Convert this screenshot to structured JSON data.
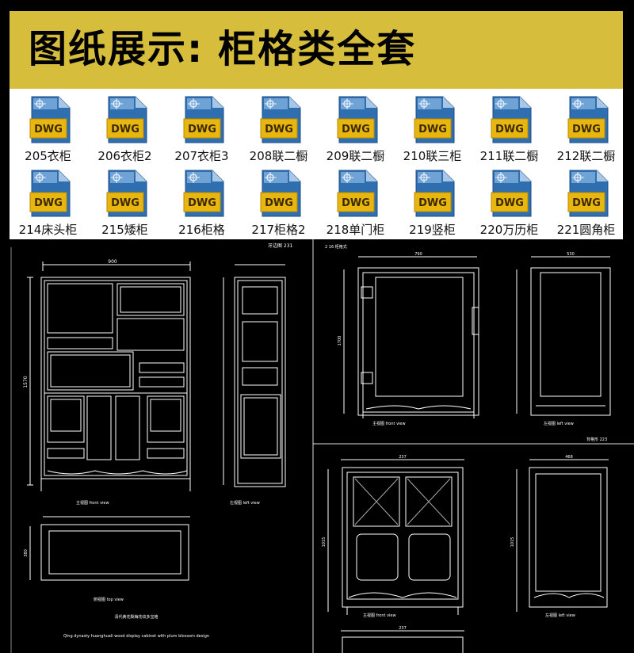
{
  "banner": {
    "title_left": "图纸展示:",
    "title_right": "柜格类全套",
    "color": "#d6bd3c"
  },
  "file_icon": {
    "type_label": "DWG",
    "icon_name": "dwg-file-icon"
  },
  "files": [
    {
      "label": "205衣柜"
    },
    {
      "label": "206衣柜2"
    },
    {
      "label": "207衣柜3"
    },
    {
      "label": "208联二橱"
    },
    {
      "label": "209联二橱"
    },
    {
      "label": "210联三柜"
    },
    {
      "label": "211联二橱"
    },
    {
      "label": "212联二橱"
    },
    {
      "label": "214床头柜"
    },
    {
      "label": "215矮柜"
    },
    {
      "label": "216柜格"
    },
    {
      "label": "217柜格2"
    },
    {
      "label": "218单门柜"
    },
    {
      "label": "219竖柜"
    },
    {
      "label": "220万历柜"
    },
    {
      "label": "221圆角柜"
    }
  ],
  "drawings": {
    "d1": {
      "header": "牙边图  231",
      "width_dim": "900",
      "side_dim": "1570",
      "front_caption": "主视图   front view",
      "left_caption": "左视图   left view",
      "top_caption": "俯视图   top view",
      "top_dim": "380",
      "title_cn": "清代黄花梨梅花纹多宝格",
      "title_en": "Qing dynasty huanghuali wood display cabinet with plum blossom design"
    },
    "d2": {
      "header": "2 16   柜格式",
      "width_dim": "790",
      "depth_dim": "530",
      "height_dim": "1700",
      "front_caption": "主视图   front view",
      "left_caption": "左视图   left view",
      "footer": "背格形  223"
    },
    "d3": {
      "width_dim": "237",
      "depth_dim": "468",
      "height_dim": "1015",
      "front_caption": "主视图   front view",
      "left_caption": "左视图   left view",
      "bottom_dim": "237"
    }
  },
  "colors": {
    "cad_line": "#ffffff",
    "background": "#000000",
    "file_bg": "#ffffff"
  }
}
